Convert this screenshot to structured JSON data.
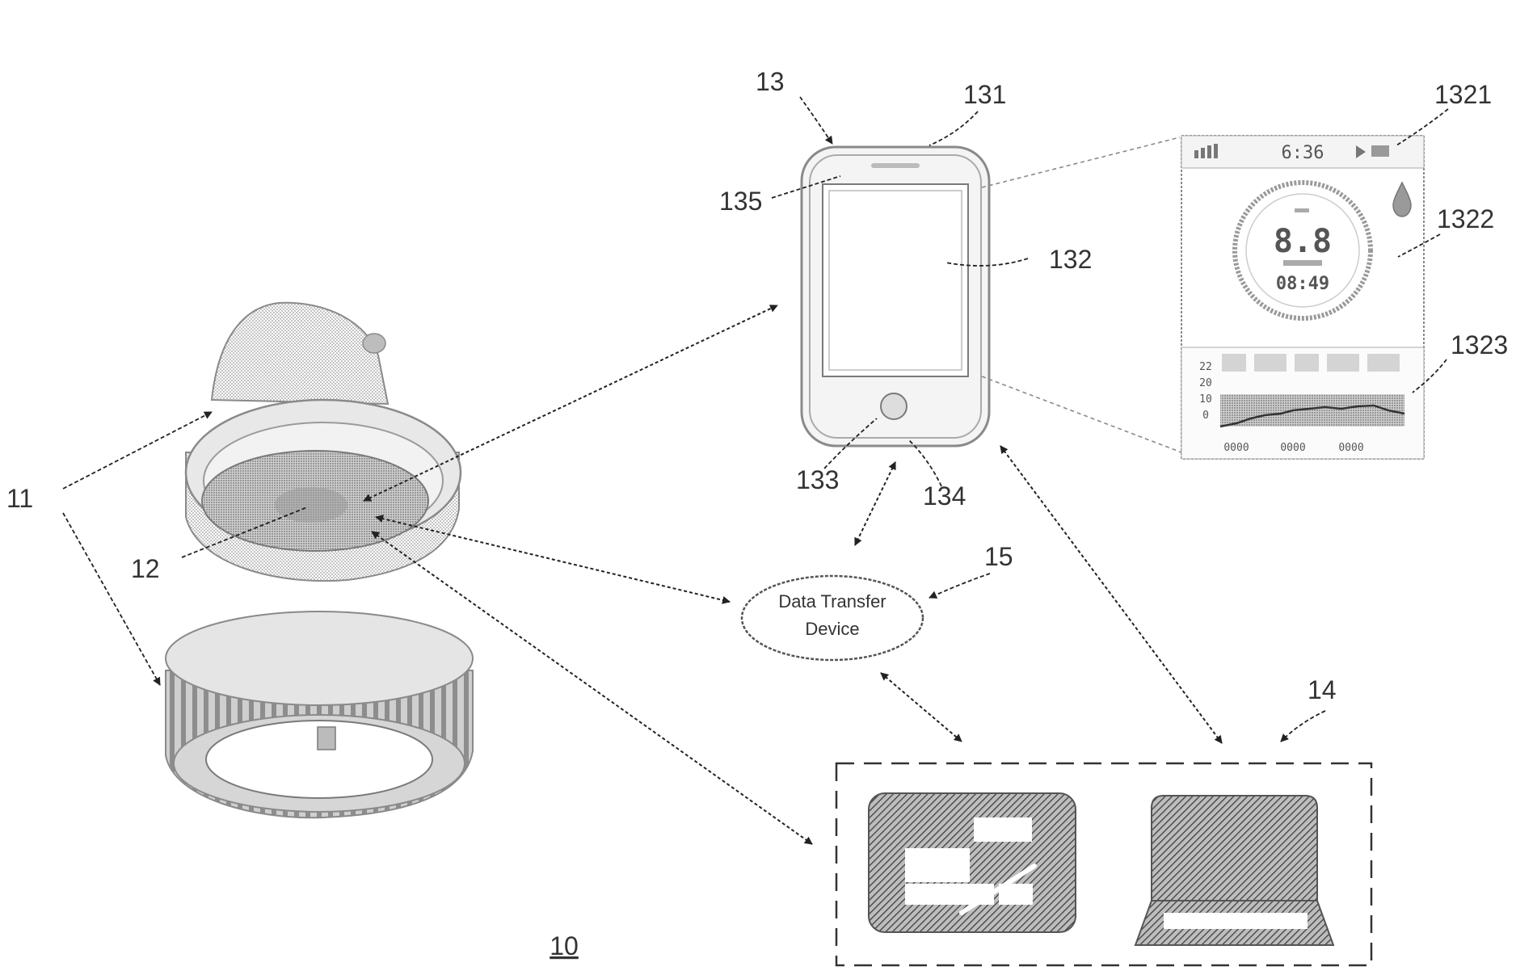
{
  "figure": {
    "figure_number": "10",
    "refs": {
      "r11": "11",
      "r12": "12",
      "r13": "13",
      "r131": "131",
      "r132": "132",
      "r133": "133",
      "r134": "134",
      "r135": "135",
      "r1321": "1321",
      "r1322": "1322",
      "r1323": "1323",
      "r14": "14",
      "r15": "15"
    },
    "data_transfer_device": {
      "line1": "Data Transfer",
      "line2": "Device"
    },
    "app_screen": {
      "status_time": "6:36",
      "reading_value": "8.8",
      "reading_time": "08:49",
      "graph_y_ticks": [
        "22",
        "20",
        "10",
        "0"
      ],
      "graph_x_ticks": [
        "0000",
        "0000",
        "0000"
      ]
    }
  }
}
